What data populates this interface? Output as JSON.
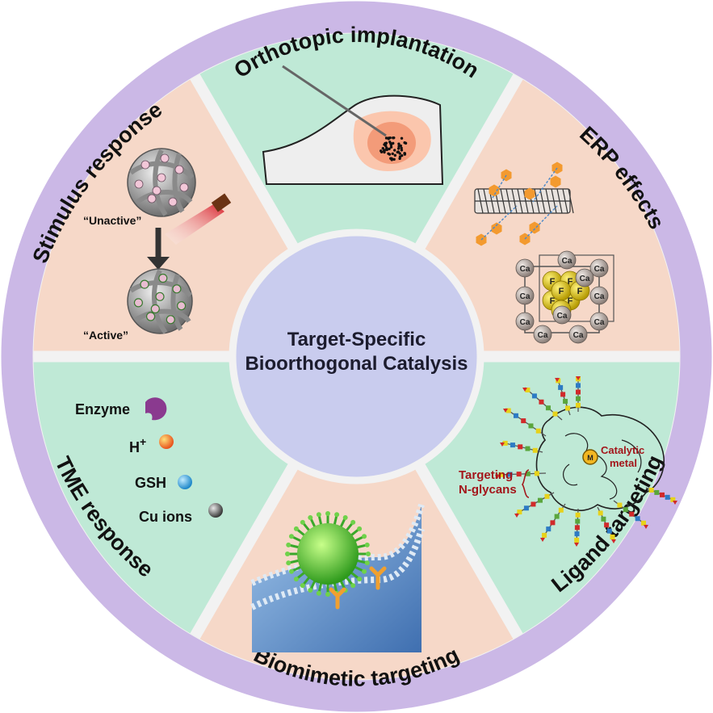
{
  "center": {
    "line1": "Target-Specific",
    "line2": "Bioorthogonal Catalysis"
  },
  "ring_labels": {
    "top": "Orthotopic implantation",
    "top_right": "ERP effects",
    "bottom_right": "Ligand targeting",
    "bottom": "Biomimetic targeting",
    "bottom_left": "TME response",
    "top_left": "Stimulus response"
  },
  "stimulus": {
    "unactive": "“Unactive”",
    "active": "“Active”"
  },
  "tme": {
    "enzyme": "Enzyme",
    "h_plus_base": "H",
    "h_plus_sup": "+",
    "gsh": "GSH",
    "cu": "Cu ions"
  },
  "ligand": {
    "targeting": "Targeting",
    "nglycans": "N-glycans",
    "catalytic": "Catalytic",
    "metal": "metal",
    "metal_symbol": "M"
  },
  "erp": {
    "ca": "Ca",
    "f": "F"
  },
  "colors": {
    "ring": "#cbb8e6",
    "center": "#c9ccee",
    "salmon": "#f6d8c8",
    "mint": "#bfe9d6",
    "divider": "#f2f2f2",
    "label_red": "#a3161b"
  }
}
